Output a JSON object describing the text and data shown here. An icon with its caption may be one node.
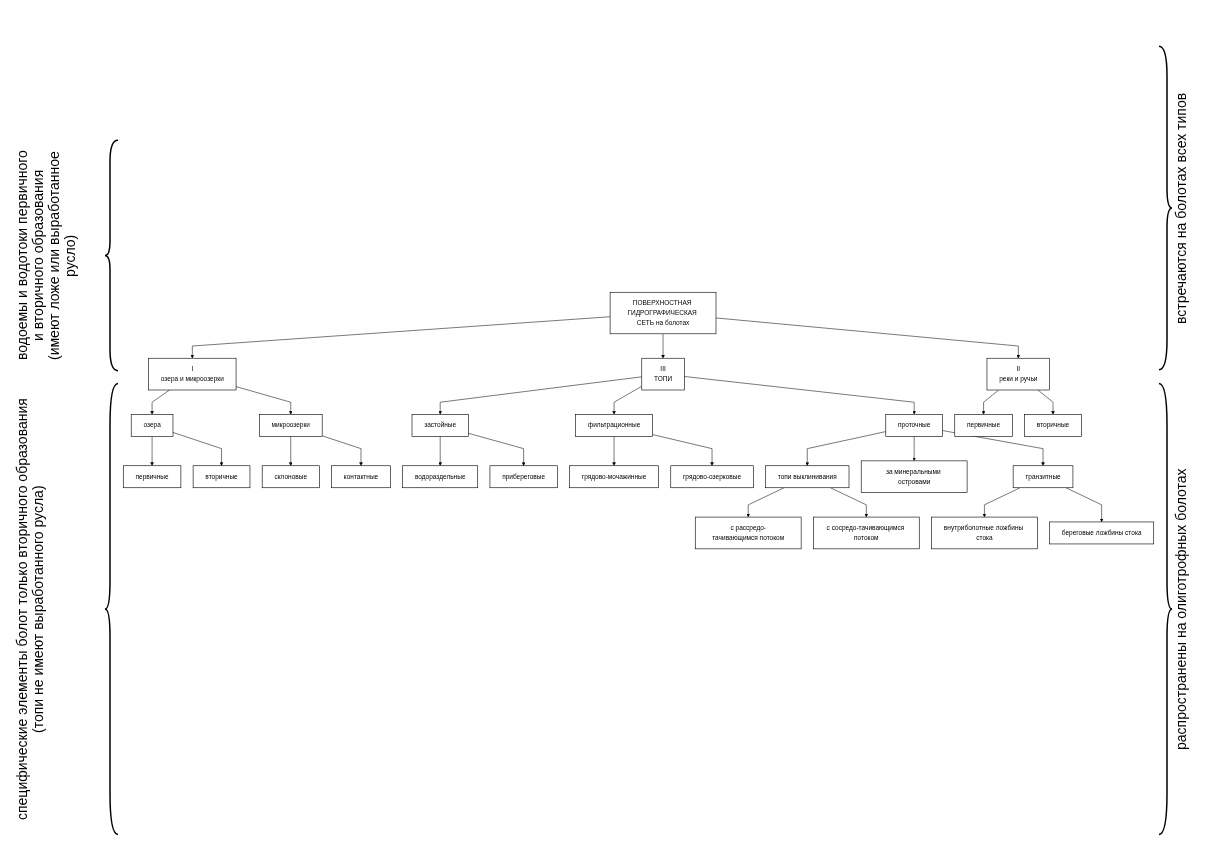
{
  "diagram": {
    "nodes": [
      {
        "text": [
          "ПОВЕРХНОСТНАЯ ГИДРОГРАФИЧЕСКАЯ СЕТЬ на болотах"
        ]
      },
      {
        "text": [
          "I",
          "озера и микроозерки"
        ]
      },
      {
        "text": [
          "II",
          "реки и ручьи"
        ]
      },
      {
        "text": [
          "озера"
        ]
      },
      {
        "text": [
          "первичные"
        ]
      },
      {
        "text": [
          "вторичные"
        ]
      },
      {
        "text": [
          "первичные"
        ]
      },
      {
        "text": [
          "вторичные"
        ]
      },
      {
        "text": [
          "микроозерки"
        ]
      },
      {
        "text": [
          "III",
          "ТОПИ"
        ]
      },
      {
        "text": [
          "склоновые"
        ]
      },
      {
        "text": [
          "контактные"
        ]
      },
      {
        "text": [
          "застойные"
        ]
      },
      {
        "text": [
          "фильтрационные"
        ]
      },
      {
        "text": [
          "проточные"
        ]
      },
      {
        "text": [
          "водораздельные"
        ]
      },
      {
        "text": [
          "прибереговые"
        ]
      },
      {
        "text": [
          "грядово-мочажинные"
        ]
      },
      {
        "text": [
          "грядово-озерковые"
        ]
      },
      {
        "text": [
          "топи выклинивания"
        ]
      },
      {
        "text": [
          "за минеральными островами"
        ]
      },
      {
        "text": [
          "транзитные"
        ]
      },
      {
        "text": [
          "с рассредо-тачивающимся потоком"
        ]
      },
      {
        "text": [
          "с сосредо-тачивающимся потоком"
        ]
      },
      {
        "text": [
          "внутриболотные ложбины стока"
        ]
      },
      {
        "text": [
          "береговые ложбины стока"
        ]
      }
    ],
    "edges": [
      {
        "from": 0,
        "to": 1,
        "arrow": "to"
      },
      {
        "from": 0,
        "to": 9,
        "arrow": "to"
      },
      {
        "from": 0,
        "to": 2,
        "arrow": "to"
      },
      {
        "from": 1,
        "to": 3,
        "arrow": "to"
      },
      {
        "from": 1,
        "to": 8,
        "arrow": "to"
      },
      {
        "from": 3,
        "to": 4,
        "arrow": "to"
      },
      {
        "from": 3,
        "to": 5,
        "arrow": "to"
      },
      {
        "from": 2,
        "to": 6,
        "arrow": "to"
      },
      {
        "from": 2,
        "to": 7,
        "arrow": "to"
      },
      {
        "from": 8,
        "to": 10,
        "arrow": "to"
      },
      {
        "from": 8,
        "to": 11,
        "arrow": "to"
      },
      {
        "from": 9,
        "to": 12,
        "arrow": "to"
      },
      {
        "from": 9,
        "to": 13,
        "arrow": "to"
      },
      {
        "from": 9,
        "to": 14,
        "arrow": "to"
      },
      {
        "from": 12,
        "to": 15,
        "arrow": "to"
      },
      {
        "from": 12,
        "to": 16,
        "arrow": "to"
      },
      {
        "from": 13,
        "to": 17,
        "arrow": "to"
      },
      {
        "from": 13,
        "to": 18,
        "arrow": "to"
      },
      {
        "from": 14,
        "to": 19,
        "arrow": "to"
      },
      {
        "from": 14,
        "to": 20,
        "arrow": "to"
      },
      {
        "from": 14,
        "to": 21,
        "arrow": "to"
      },
      {
        "from": 19,
        "to": 22,
        "arrow": "to"
      },
      {
        "from": 19,
        "to": 23,
        "arrow": "to"
      },
      {
        "from": 21,
        "to": 24,
        "arrow": "to"
      },
      {
        "from": 21,
        "to": 25,
        "arrow": "to"
      }
    ],
    "labels": [
      "водоемы и водотоки первичного и вторичного образования (имеют ложе или выработанное русло)",
      "специфические элементы болот только вторичного образования (топи не имеют выработанного русла)",
      "встречаются на болотах всех типов",
      "распространены на олиготрофных болотах"
    ]
  }
}
